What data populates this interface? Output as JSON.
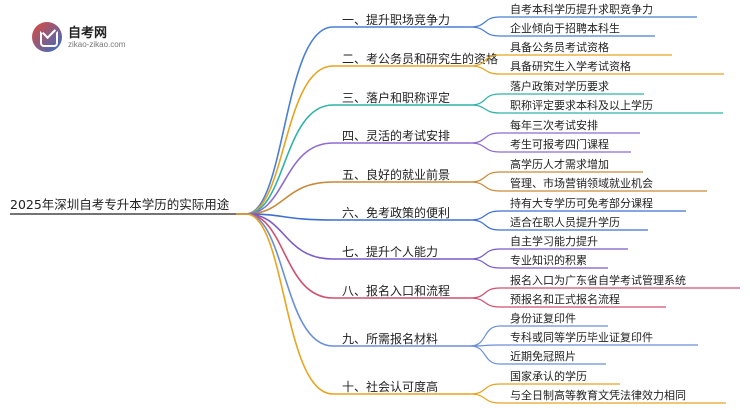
{
  "logo": {
    "name": "自考网",
    "url": "zikao-zikao.com"
  },
  "root": {
    "label": "2025年深圳自考专升本学历的实际用途"
  },
  "colors": {
    "root_line": "#222222",
    "text": "#222222",
    "branches": [
      "#4a7fd4",
      "#e8a420",
      "#2fb3a8",
      "#8e6cd1",
      "#c98a3a",
      "#3f6fd0",
      "#7a5bc9",
      "#d0506e",
      "#6a8fd9",
      "#e8a420"
    ]
  },
  "branches": [
    {
      "label": "一、提升职场竞争力",
      "leaves": [
        "自考本科学历提升求职竞争力",
        "企业倾向于招聘本科生"
      ]
    },
    {
      "label": "二、考公务员和研究生的资格",
      "leaves": [
        "具备公务员考试资格",
        "具备研究生入学考试资格"
      ]
    },
    {
      "label": "三、落户和职称评定",
      "leaves": [
        "落户政策对学历要求",
        "职称评定要求本科及以上学历"
      ]
    },
    {
      "label": "四、灵活的考试安排",
      "leaves": [
        "每年三次考试安排",
        "考生可报考四门课程"
      ]
    },
    {
      "label": "五、良好的就业前景",
      "leaves": [
        "高学历人才需求增加",
        "管理、市场营销领域就业机会"
      ]
    },
    {
      "label": "六、免考政策的便利",
      "leaves": [
        "持有大专学历可免考部分课程",
        "适合在职人员提升学历"
      ]
    },
    {
      "label": "七、提升个人能力",
      "leaves": [
        "自主学习能力提升",
        "专业知识的积累"
      ]
    },
    {
      "label": "八、报名入口和流程",
      "leaves": [
        "报名入口为广东省自学考试管理系统",
        "预报名和正式报名流程"
      ]
    },
    {
      "label": "九、所需报名材料",
      "leaves": [
        "身份证复印件",
        "专科或同等学历毕业证复印件",
        "近期免冠照片"
      ]
    },
    {
      "label": "十、社会认可度高",
      "leaves": [
        "国家承认的学历",
        "与全日制高等教育文凭法律效力相同"
      ]
    }
  ]
}
